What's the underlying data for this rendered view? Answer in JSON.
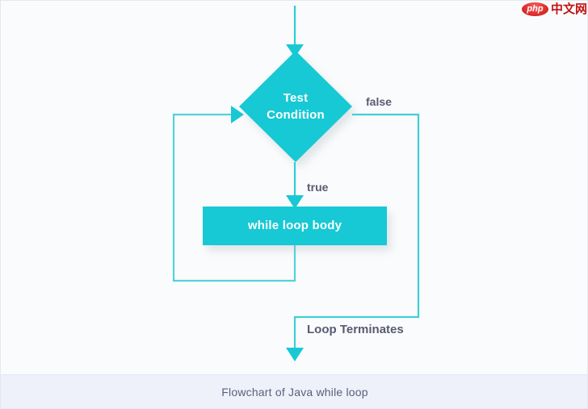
{
  "chart_data": {
    "type": "diagram",
    "title": "Flowchart of Java while loop",
    "nodes": [
      {
        "id": "start",
        "shape": "arrow",
        "label": ""
      },
      {
        "id": "test-condition",
        "shape": "diamond",
        "label_line1": "Test",
        "label_line2": "Condition"
      },
      {
        "id": "while-loop-body",
        "shape": "rectangle",
        "label": "while loop body"
      },
      {
        "id": "terminate",
        "shape": "arrow",
        "label": "Loop Terminates"
      }
    ],
    "edges": [
      {
        "from": "start",
        "to": "test-condition",
        "label": ""
      },
      {
        "from": "test-condition",
        "to": "while-loop-body",
        "label": "true"
      },
      {
        "from": "test-condition",
        "to": "terminate",
        "label": "false"
      },
      {
        "from": "while-loop-body",
        "to": "test-condition",
        "label": ""
      }
    ]
  },
  "diagram": {
    "diamond": {
      "line1": "Test",
      "line2": "Condition"
    },
    "process": {
      "label": "while loop body"
    },
    "labels": {
      "false": "false",
      "true": "true",
      "terminates": "Loop Terminates"
    }
  },
  "caption": {
    "text": "Flowchart of Java while loop"
  },
  "watermark": {
    "badge": "php",
    "text": "中文网"
  },
  "colors": {
    "node_fill": "#17c9d4",
    "edge_stroke": "#3fcfd8",
    "edge_stroke_light": "#55d2da",
    "label_text": "#585a72",
    "node_text": "#ffffff",
    "canvas_bg": "#fafbfc",
    "caption_bg": "#eef1fa",
    "caption_text": "#5b607a",
    "watermark_red": "#c00000"
  }
}
